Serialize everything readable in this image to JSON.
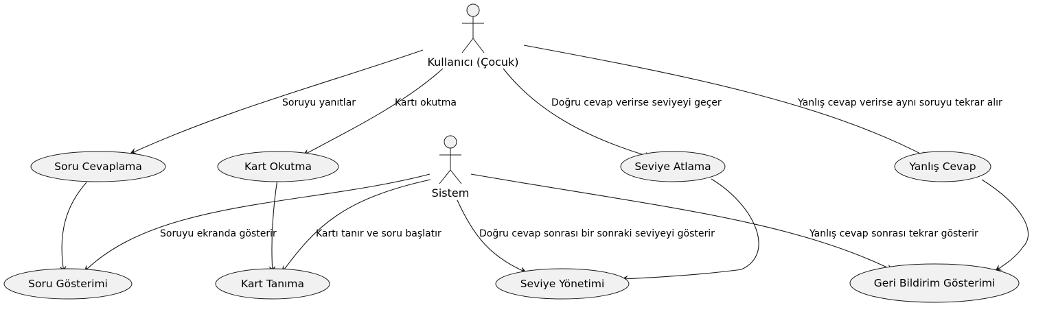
{
  "actors": {
    "user": "Kullanıcı (Çocuk)",
    "system": "Sistem"
  },
  "use_cases": {
    "soru_cevaplama": "Soru Cevaplama",
    "kart_okutma": "Kart Okutma",
    "seviye_atlama": "Seviye Atlama",
    "yanlis_cevap": "Yanlış Cevap",
    "soru_gosterimi": "Soru Gösterimi",
    "kart_tanima": "Kart Tanıma",
    "seviye_yonetimi": "Seviye Yönetimi",
    "geri_bildirim": "Geri Bildirim Gösterimi"
  },
  "edge_labels": {
    "soruyu_yanitlar": "Soruyu yanıtlar",
    "karti_okutma": "Kartı okutma",
    "dogru_cevap": "Doğru cevap verirse seviyeyi geçer",
    "yanlis_cevap": "Yanlış cevap verirse aynı soruyu tekrar alır",
    "soruyu_ekranda": "Soruyu ekranda gösterir",
    "karti_tanir": "Kartı tanır ve soru başlatır",
    "dogru_sonrasi": "Doğru cevap sonrası bir sonraki seviyeyi gösterir",
    "yanlis_sonrasi": "Yanlış cevap sonrası tekrar gösterir"
  }
}
